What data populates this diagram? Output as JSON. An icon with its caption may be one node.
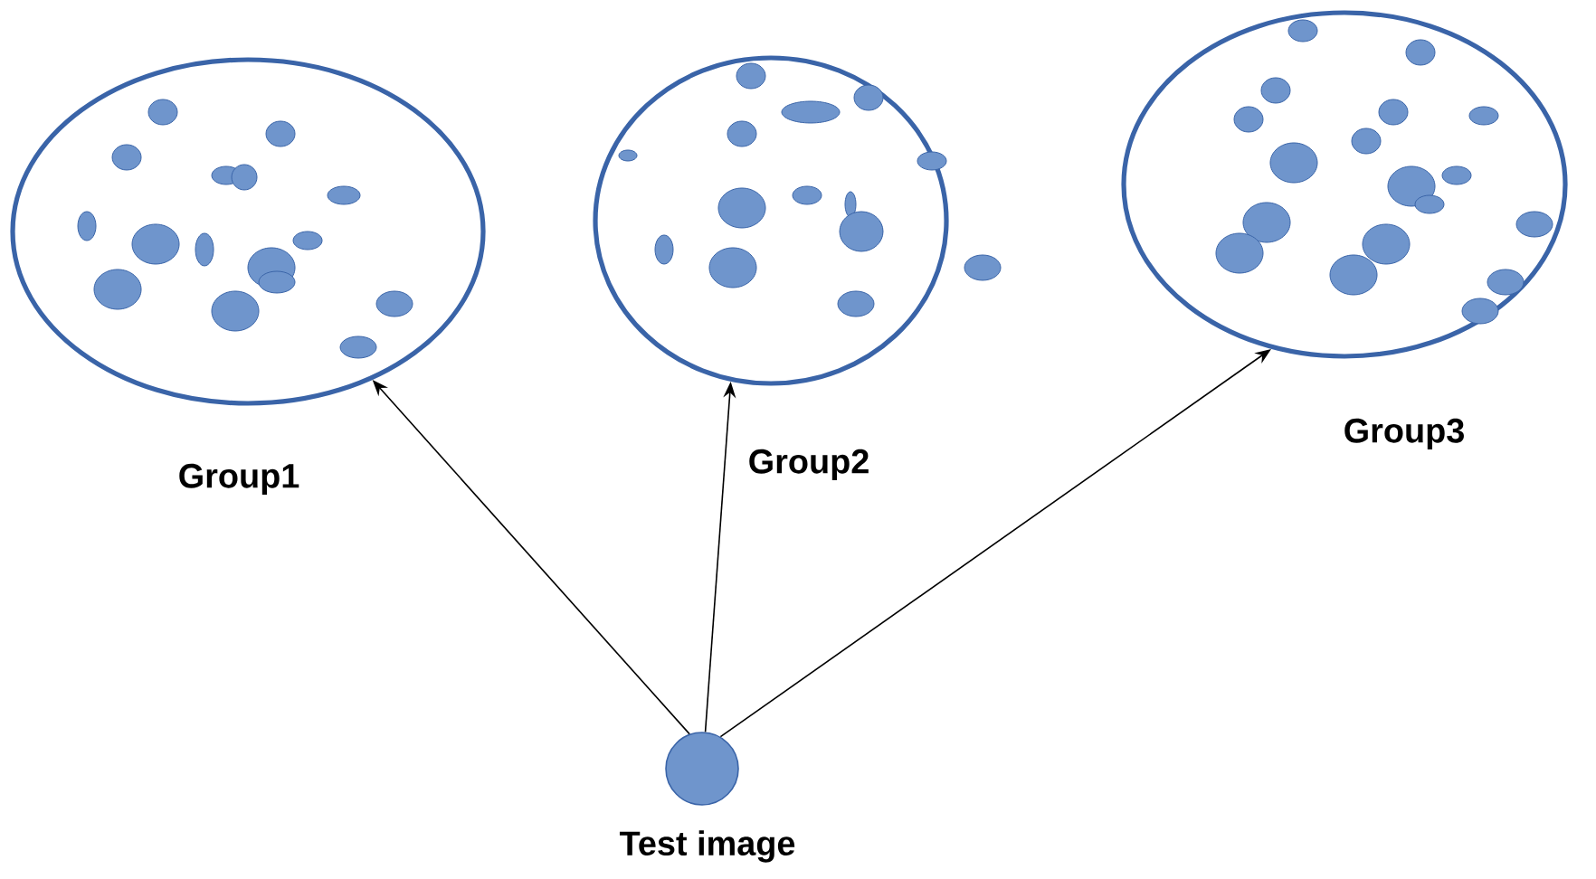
{
  "diagram": {
    "nodes": [
      {
        "text": [
          "Group1"
        ]
      },
      {
        "text": [
          "Group2"
        ]
      },
      {
        "text": [
          "Group3"
        ]
      },
      {
        "text": [
          "Test image"
        ]
      }
    ],
    "edges": [
      {
        "from": 3,
        "to": 0,
        "arrow": "to"
      },
      {
        "from": 3,
        "to": 1,
        "arrow": "to"
      },
      {
        "from": 3,
        "to": 2,
        "arrow": "to"
      }
    ]
  }
}
